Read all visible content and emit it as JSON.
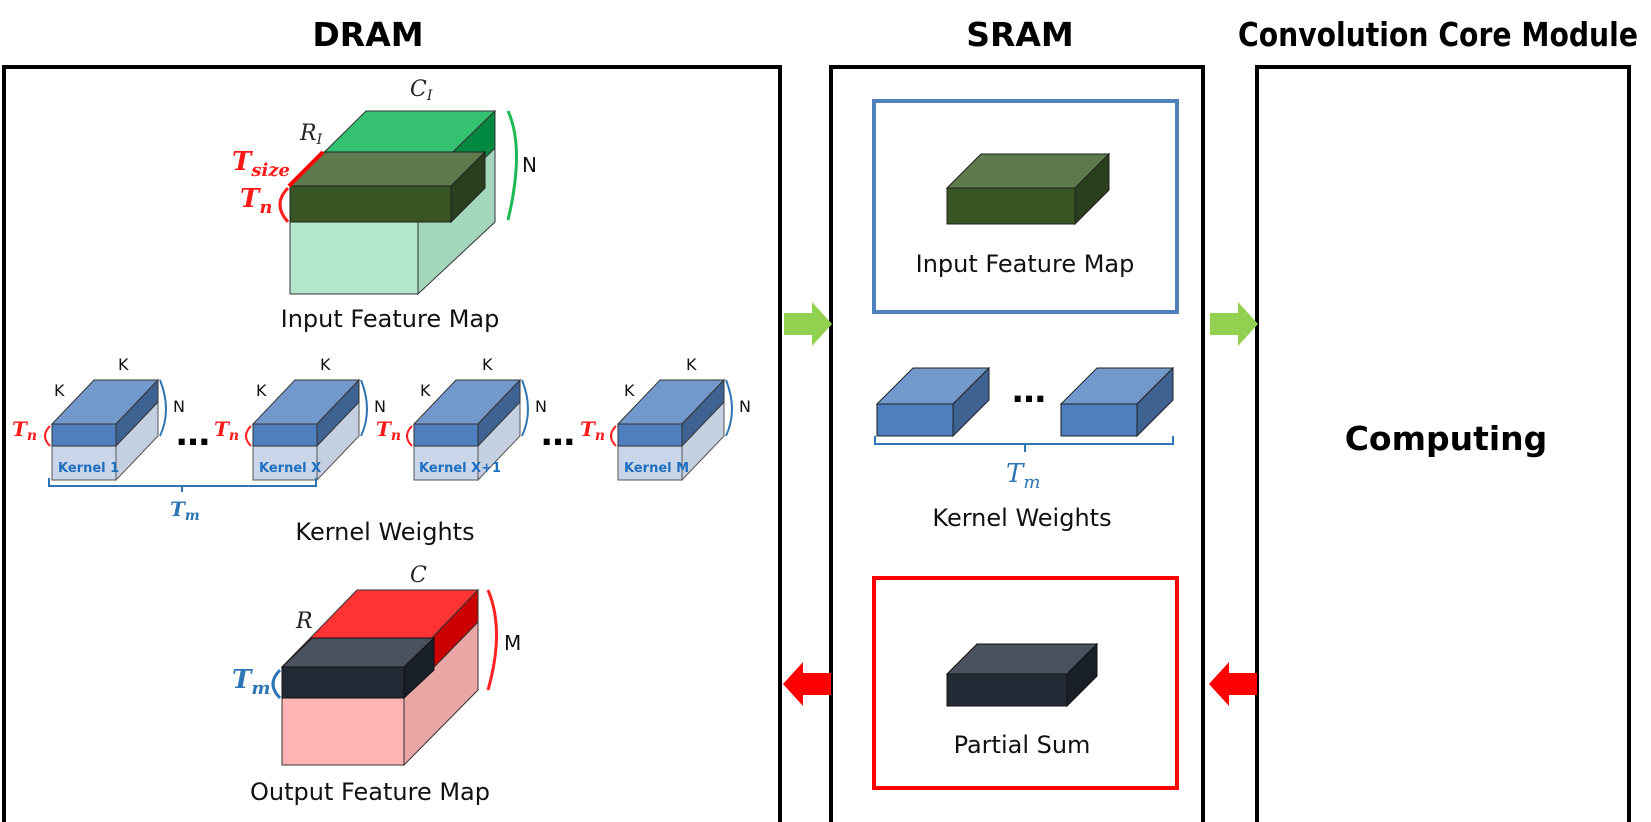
{
  "headers": {
    "dram": "DRAM",
    "sram": "SRAM",
    "core": "Convolution Core Module"
  },
  "dram": {
    "input_map": {
      "label": "Input Feature Map",
      "dim_c": "C",
      "dim_c_sub": "I",
      "dim_r": "R",
      "dim_r_sub": "I",
      "dim_n": "N",
      "tsize": "T",
      "tsize_sub": "size",
      "tn": "T",
      "tn_sub": "n"
    },
    "kernels": {
      "label": "Kernel Weights",
      "items": [
        {
          "name": "Kernel 1",
          "k_left": "K",
          "k_top": "K",
          "n": "N",
          "tn": "T",
          "tn_sub": "n"
        },
        {
          "name": "Kernel X",
          "k_left": "K",
          "k_top": "K",
          "n": "N",
          "tn": "T",
          "tn_sub": "n"
        },
        {
          "name": "Kernel X+1",
          "k_left": "K",
          "k_top": "K",
          "n": "N",
          "tn": "T",
          "tn_sub": "n"
        },
        {
          "name": "Kernel M",
          "k_left": "K",
          "k_top": "K",
          "n": "N",
          "tn": "T",
          "tn_sub": "n"
        }
      ],
      "ellipsis": "…",
      "tm": "T",
      "tm_sub": "m"
    },
    "output_map": {
      "label": "Output Feature Map",
      "dim_c": "C",
      "dim_r": "R",
      "dim_m": "M",
      "tm": "T",
      "tm_sub": "m"
    }
  },
  "sram": {
    "input_map_label": "Input Feature Map",
    "kernel_label": "Kernel Weights",
    "kernel_ellipsis": "…",
    "tm": "T",
    "tm_sub": "m",
    "partial_sum_label": "Partial Sum"
  },
  "core": {
    "label": "Computing"
  },
  "colors": {
    "green_light": "#b3e8cc",
    "green_mid": "#34c172",
    "green_dark": "#375623",
    "blue_box": "#4e7fbd",
    "red_main": "#ff3333",
    "pink_light": "#ffb3b3",
    "navy": "#222a35",
    "sram_input_border": "#4f81bd",
    "sram_psum_border": "#ff0000",
    "arrow_green": "#92d050",
    "arrow_red": "#ff0000"
  }
}
